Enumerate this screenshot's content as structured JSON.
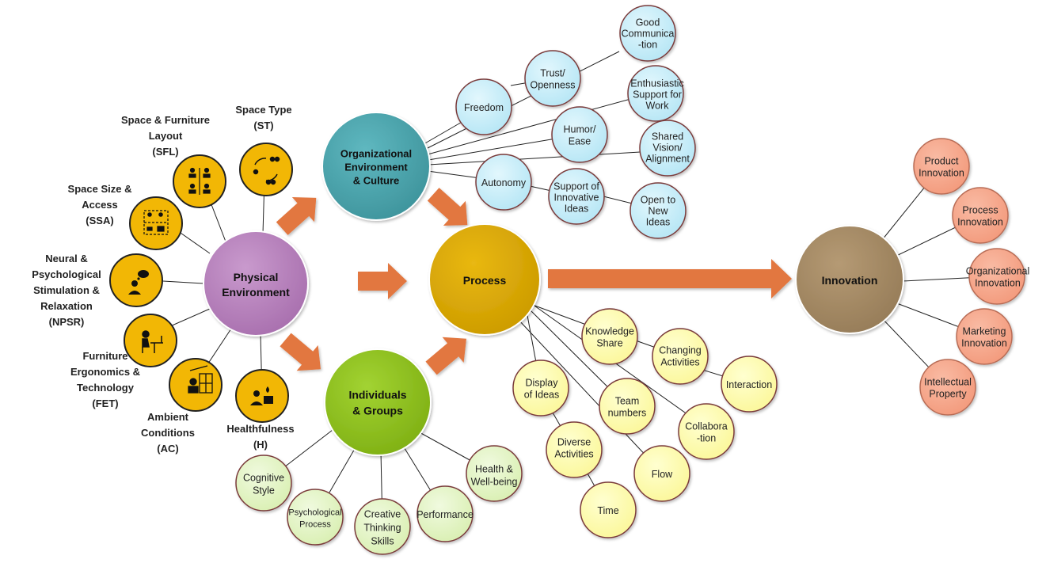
{
  "palette": {
    "physical": "#b57fbb",
    "org": "#4aa3ab",
    "individuals": "#8fc21e",
    "process": "#dba700",
    "innovation": "#a58b67",
    "factor": "#f2b705",
    "culture_leaf": "#c9eef9",
    "process_leaf": "#ffffa8",
    "ind_leaf": "#e4f5c6",
    "innov_leaf": "#f7a78a",
    "arrow": "#e2773f"
  },
  "hubs": {
    "physical": "Physical\nEnvironment",
    "org": "Organizational\nEnvironment\n& Culture",
    "individuals": "Individuals\n& Groups",
    "process": "Process",
    "innovation": "Innovation"
  },
  "factor_labels": {
    "st": "Space Type\n(ST)",
    "sfl": "Space & Furniture\nLayout\n(SFL)",
    "ssa": "Space Size &\nAccess\n(SSA)",
    "npsr": "Neural &\nPsychological\nStimulation &\nRelaxation\n(NPSR)",
    "fet": "Furniture\nErgonomics &\nTechnology\n(FET)",
    "ac": "Ambient\nConditions\n(AC)",
    "h": "Healthfulness\n(H)"
  },
  "factor_icons": {
    "st": "people-circle-icon",
    "sfl": "desk-layout-icon",
    "ssa": "floor-plan-icon",
    "npsr": "thinking-person-icon",
    "fet": "desk-worker-icon",
    "ac": "window-sun-icon",
    "h": "health-person-icon"
  },
  "culture_nodes": {
    "freedom": "Freedom",
    "trust": "Trust/\nOpenness",
    "good_comm": "Good\nCommunica\n-tion",
    "enthusiastic": "Enthusiastic\nSupport for\nWork",
    "humor": "Humor/\nEase",
    "shared_vision": "Shared\nVision/\nAlignment",
    "autonomy": "Autonomy",
    "support_ideas": "Support of\nInnovative\nIdeas",
    "open_ideas": "Open to\nNew\nIdeas"
  },
  "process_nodes": {
    "knowledge": "Knowledge\nShare",
    "changing": "Changing\nActivities",
    "interaction": "Interaction",
    "display": "Display\nof Ideas",
    "team": "Team\nnumbers",
    "collab": "Collabora\n-tion",
    "diverse": "Diverse\nActivities",
    "flow": "Flow",
    "time": "Time"
  },
  "individual_nodes": {
    "cognitive": "Cognitive\nStyle",
    "psych": "Psychological\nProcess",
    "creative": "Creative\nThinking\nSkills",
    "performance": "Performance",
    "health": "Health &\nWell-being"
  },
  "innovation_nodes": {
    "product": "Product\nInnovation",
    "process": "Process\nInnovation",
    "organizational": "Organizational\nInnovation",
    "marketing": "Marketing\nInnovation",
    "ip": "Intellectual\nProperty"
  }
}
